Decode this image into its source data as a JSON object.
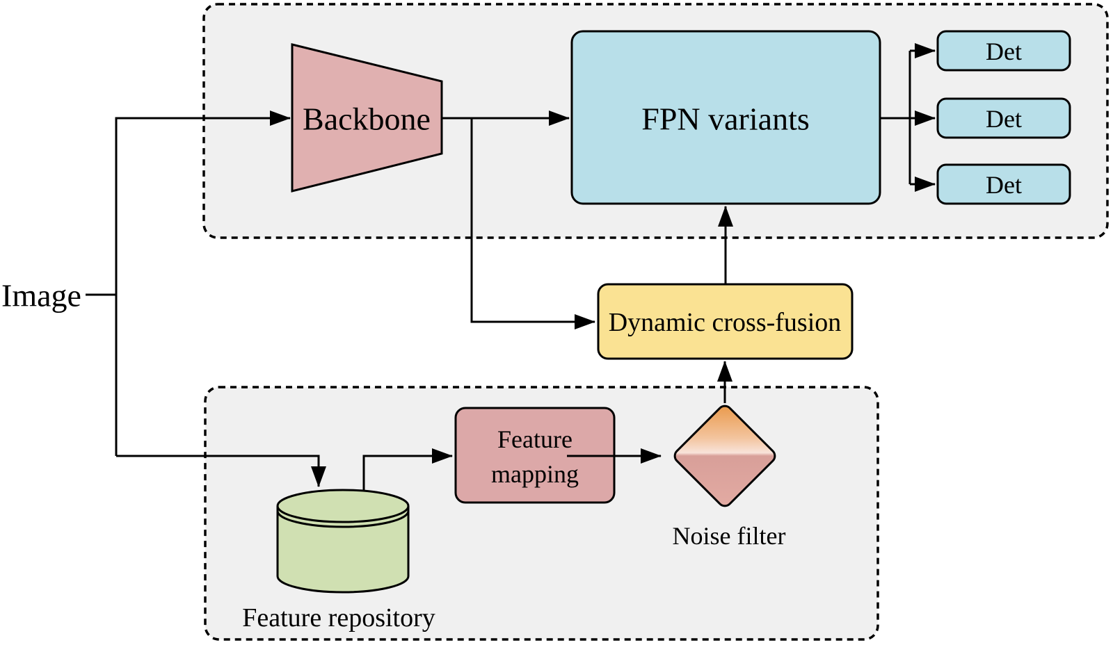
{
  "figure": {
    "image_label": "Image",
    "top_group": {
      "backbone_label": "Backbone",
      "fpn_label": "FPN variants",
      "det_labels": [
        "Det",
        "Det",
        "Det"
      ]
    },
    "fusion_label": "Dynamic cross-fusion",
    "bottom_group": {
      "repository_label": "Feature repository",
      "mapping_label_line1": "Feature",
      "mapping_label_line2": "mapping",
      "noise_label": "Noise filter"
    }
  },
  "colors": {
    "panel_fill": "#f0f0f0",
    "backbone_pink": "#e0b0b0",
    "mapping_pink": "#dca8a8",
    "blue": "#b8dfe9",
    "yellow": "#fae293",
    "green": "#d0e0b2",
    "diamond_top": "#e99746",
    "diamond_upper_mid": "#f3c49e",
    "diamond_light_band": "#f8e3da",
    "diamond_lower_mid": "#d89f99",
    "diamond_bottom": "#e3aba3",
    "stroke": "#000000"
  }
}
